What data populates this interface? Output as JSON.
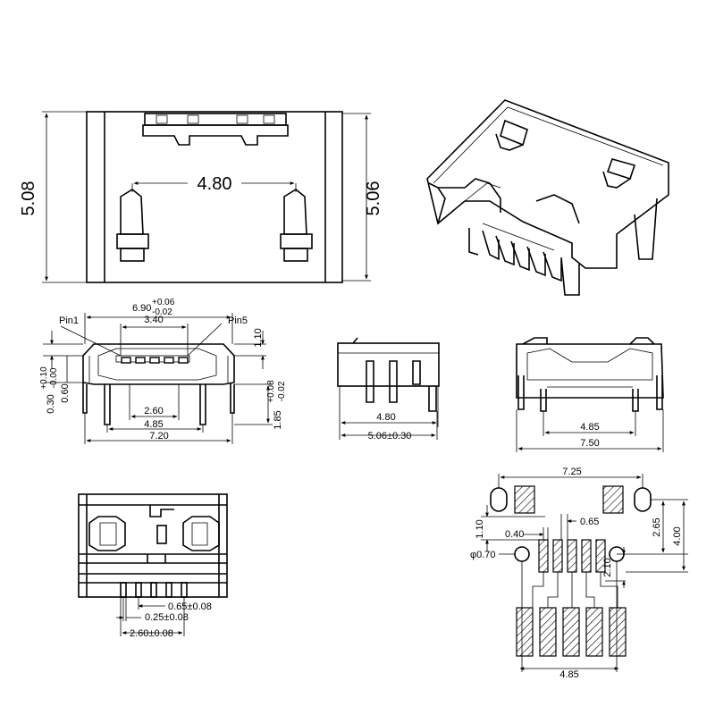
{
  "title": "",
  "views": {
    "top": {
      "height_left": "5.08",
      "height_right": "5.06",
      "pin_spacing": "4.80"
    },
    "front": {
      "pin1": "Pin1",
      "pin5": "Pin5",
      "width_top": "6.90",
      "tol_plus": "+0.06",
      "tol_minus": "-0.02",
      "inner": "3.40",
      "right_h": "1.10",
      "left_t1": "0.30",
      "left_t1_plus": "+0.10",
      "left_t1_minus": "-0.00",
      "left_t2": "0.60",
      "lead_h": "1.85",
      "lead_h_plus": "+0.08",
      "lead_h_minus": "-0.02",
      "d260": "2.60",
      "d485": "4.85",
      "d720": "7.20"
    },
    "side": {
      "d480": "4.80",
      "d506": "5.06±0.30"
    },
    "rear": {
      "d485": "4.85",
      "d750": "7.50"
    },
    "bottom": {
      "d065": "0.65±0.08",
      "d025": "0.25±0.08",
      "d260": "2.60±0.08"
    },
    "footprint": {
      "d725": "7.25",
      "d110": "1.10",
      "d065": "0.65",
      "d040": "0.40",
      "phi070": "φ0.70",
      "d210": "2.10",
      "d265": "2.65",
      "d400": "4.00",
      "d485": "4.85"
    }
  }
}
